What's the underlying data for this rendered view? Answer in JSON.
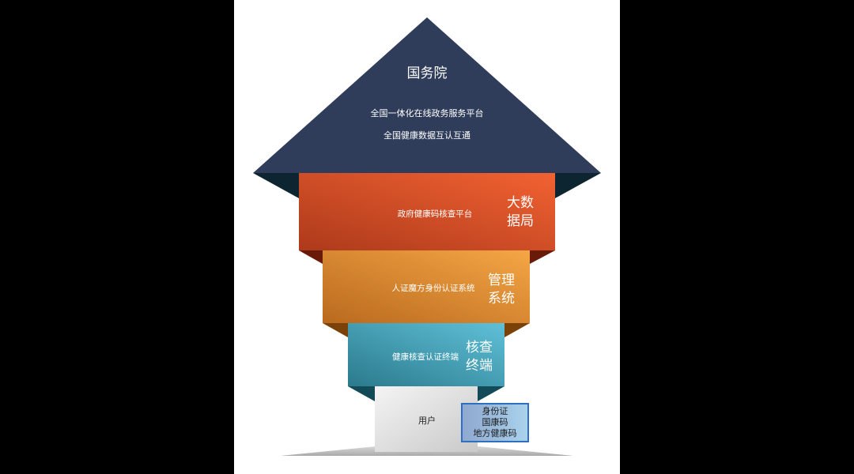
{
  "diagram": {
    "top": {
      "title": "国务院",
      "lines": [
        "全国一体化在线政务服务平台",
        "全国健康数据互认互通"
      ]
    },
    "levels": [
      {
        "main": "政府健康码核查平台",
        "side_line1": "大数",
        "side_line2": "据局",
        "color_start": "#b23c1c",
        "color_end": "#f0612f"
      },
      {
        "main": "人证魔方身份认证系统",
        "side_line1": "管理",
        "side_line2": "系统",
        "color_start": "#bc6d1f",
        "color_end": "#f3a343"
      },
      {
        "main": "健康核查认证终端",
        "side_line1": "核查",
        "side_line2": "终端",
        "color_start": "#2e7f91",
        "color_end": "#5bbbd4"
      }
    ],
    "base": {
      "label": "用户",
      "id_box": [
        "身份证",
        "国康码",
        "地方健康码"
      ]
    },
    "colors": {
      "roof": "#2f3d5a",
      "roof_shadow": "#0c2530",
      "background_sides": "#000000",
      "panel": "#ffffff"
    }
  }
}
